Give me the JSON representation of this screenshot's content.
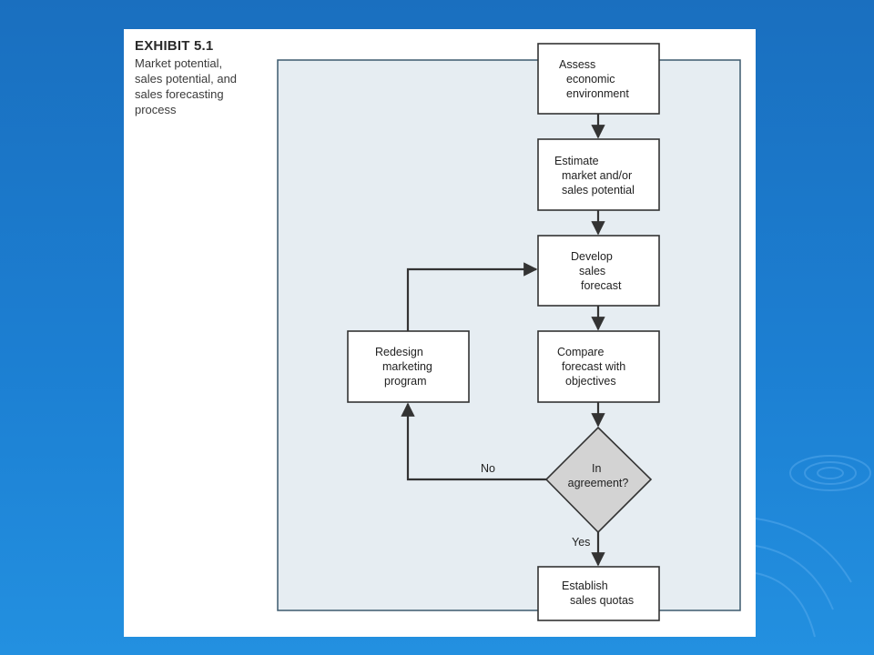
{
  "exhibit": {
    "title": "EXHIBIT 5.1",
    "subtitle_lines": [
      "Market potential,",
      "sales potential, and",
      "sales forecasting",
      "process"
    ]
  },
  "nodes": {
    "assess": {
      "lines": [
        "Assess",
        "economic",
        "environment"
      ]
    },
    "estimate": {
      "lines": [
        "Estimate",
        "market and/or",
        "sales potential"
      ]
    },
    "develop": {
      "lines": [
        "Develop",
        "sales",
        "forecast"
      ]
    },
    "compare": {
      "lines": [
        "Compare",
        "forecast with",
        "objectives"
      ]
    },
    "redesign": {
      "lines": [
        "Redesign",
        "marketing",
        "program"
      ]
    },
    "decision": {
      "lines": [
        "In",
        "agreement?"
      ]
    },
    "establish": {
      "lines": [
        "Establish",
        "sales quotas"
      ]
    }
  },
  "edges": {
    "no_label": "No",
    "yes_label": "Yes"
  },
  "colors": {
    "panel_fill": "#e6edf2",
    "box_stroke": "#333333",
    "diamond_fill": "#d3d3d3",
    "arrow": "#333333"
  }
}
